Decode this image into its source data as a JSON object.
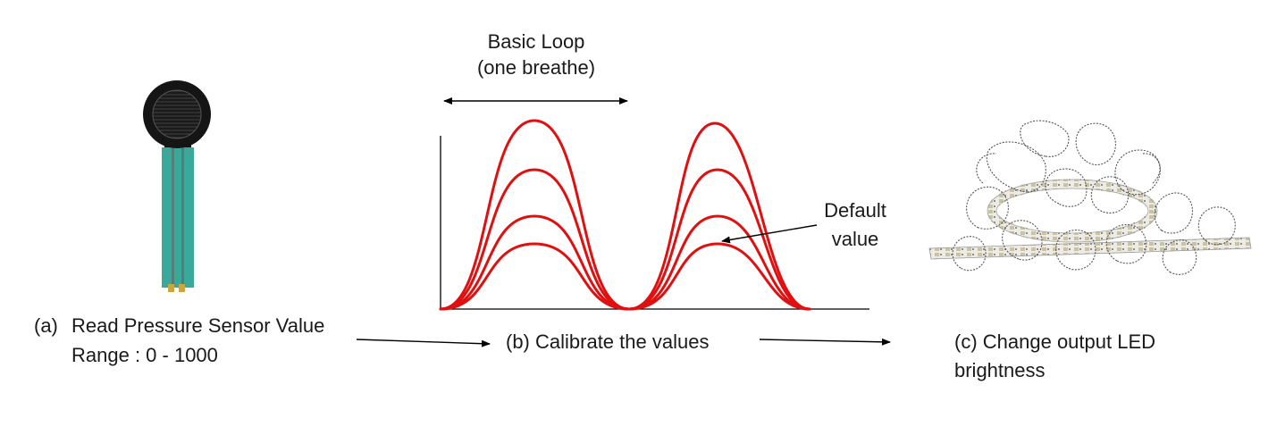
{
  "sensor_stage": {
    "marker": "(a)",
    "title": "Read Pressure Sensor Value",
    "range": "Range : 0 - 1000"
  },
  "calibrate_stage": {
    "label": "(b) Calibrate the values",
    "loop_label_line1": "Basic Loop",
    "loop_label_line2": "(one breathe)",
    "default_label_line1": "Default",
    "default_label_line2": "value",
    "curve_color": "#e01010"
  },
  "output_stage": {
    "label_line1": "(c) Change output LED",
    "label_line2": "brightness"
  },
  "colors": {
    "sensor_tail": "#3aa89a",
    "sensor_head": "#151515",
    "sensor_pins": "#c8a640",
    "arrow": "#000000"
  }
}
